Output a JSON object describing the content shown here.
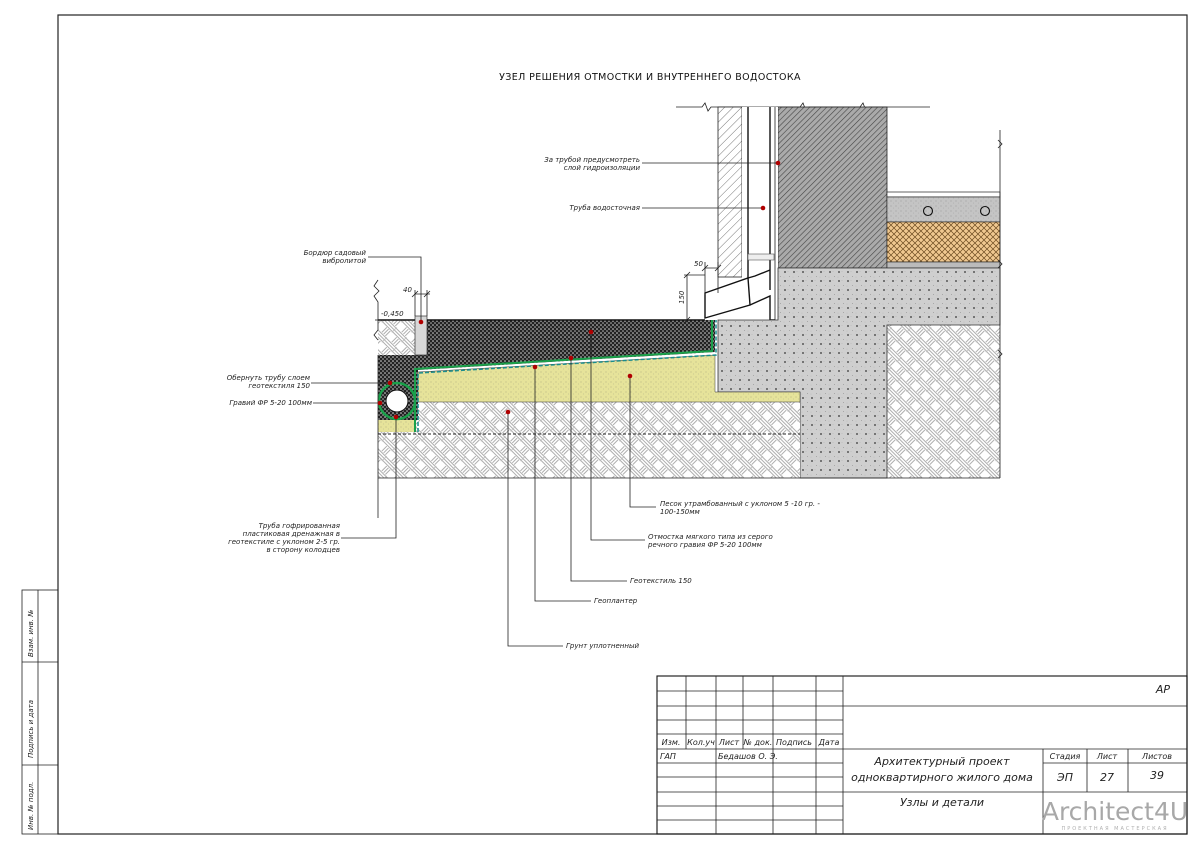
{
  "drawing": {
    "title": "УЗЕЛ РЕШЕНИЯ ОТМОСТКИ И ВНУТРЕННЕГО ВОДОСТОКА",
    "colors": {
      "sand": "#e6e39a",
      "geotextile": "#1aa04a",
      "geoplanter": "#1a8c8c",
      "marker": "#b00000",
      "insulation": "#f0c890"
    },
    "labels": {
      "waterproofing": [
        "За трубой предусмотреть",
        "слой гидроизоляции"
      ],
      "downpipe": "Труба водосточная",
      "border": [
        "Бордюр садовый",
        "вибролитой"
      ],
      "wrap_pipe": [
        "Обернуть трубу слоем",
        "геотекстиля 150"
      ],
      "gravel": "Гравий ФР 5-20 100мм",
      "drain_pipe": [
        "Труба гофрированная",
        "пластиковая дренажная в",
        "геотекстиле с уклоном 2-5 гр.",
        "в сторону колодцев"
      ],
      "sand": [
        "Песок утрамбованный с уклоном 5 -10 гр. -",
        "100-150мм"
      ],
      "blind_area": [
        "Отмостка мягкого типа из серого",
        "речного гравия ФР 5-20 100мм"
      ],
      "geotextile": "Геотекстиль 150",
      "geoplanter": "Геоплантер",
      "soil": "Грунт уплотненный"
    },
    "dimensions": {
      "d50": "50",
      "d150": "150",
      "d40": "40",
      "level": "-0,450"
    }
  },
  "side_stamp": [
    "Взам. инв. №",
    "Подпись и дата",
    "Инв. № подл."
  ],
  "title_block": {
    "code": "АР",
    "headers": [
      "Изм.",
      "Кол.уч",
      "Лист",
      "№ док.",
      "Подпись",
      "Дата"
    ],
    "role": "ГАП",
    "person": "Бедашов О. Э.",
    "project": [
      "Архитектурный проект",
      "одноквартирного жилого дома"
    ],
    "stage_label": "Стадия",
    "sheet_label": "Лист",
    "sheets_label": "Листов",
    "stage": "ЭП",
    "sheet": "27",
    "sheets": "39",
    "sheet_title": "Узлы и детали",
    "logo": "Architect4U",
    "logo_sub": "ПРОЕКТНАЯ МАСТЕРСКАЯ"
  }
}
